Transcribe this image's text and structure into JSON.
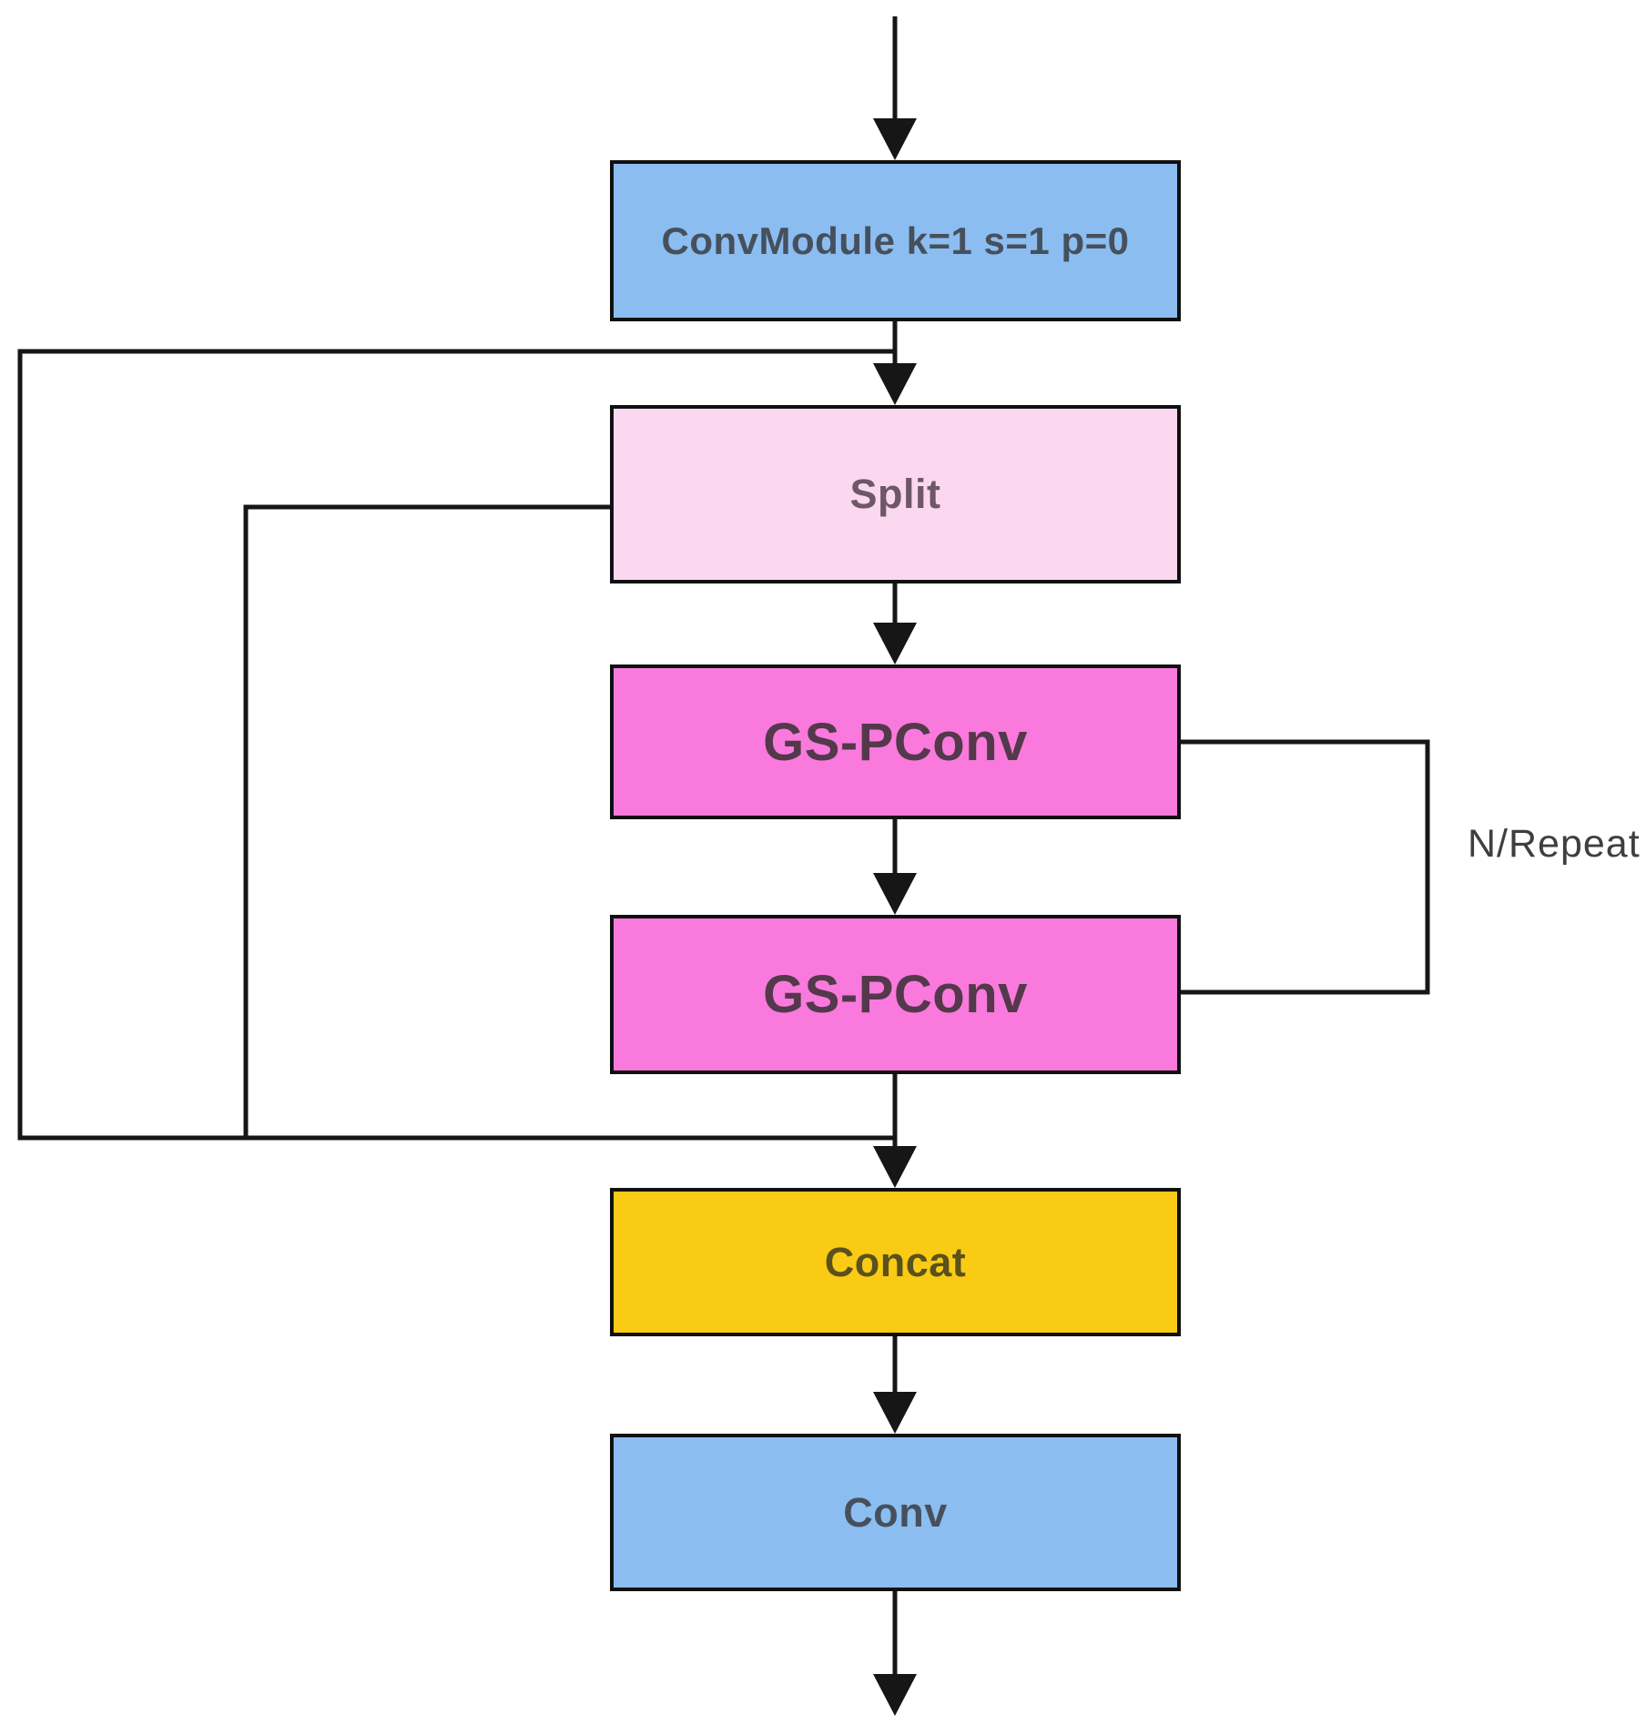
{
  "diagram": {
    "title_implicit": "",
    "line_color": "#161616",
    "border_color": "#101010",
    "boxes": [
      {
        "id": "convmodule",
        "label": "ConvModule k=1 s=1 p=0",
        "fill": "#8BBDF1",
        "text_color": "#46505C"
      },
      {
        "id": "split",
        "label": "Split",
        "fill": "#FBD8F0",
        "text_color": "#6E5866"
      },
      {
        "id": "gs_pconv_1",
        "label": "GS-PConv",
        "fill": "#F97ADC",
        "text_color": "#53394B"
      },
      {
        "id": "gs_pconv_2",
        "label": "GS-PConv",
        "fill": "#F97ADC",
        "text_color": "#53394B"
      },
      {
        "id": "concat",
        "label": "Concat",
        "fill": "#F9CB15",
        "text_color": "#5A511D"
      },
      {
        "id": "conv",
        "label": "Conv",
        "fill": "#8BBDF1",
        "text_color": "#46505C"
      }
    ],
    "annotations": {
      "repeat_label": "N/Repeat",
      "repeat_text_color": "#3F3F41"
    }
  }
}
